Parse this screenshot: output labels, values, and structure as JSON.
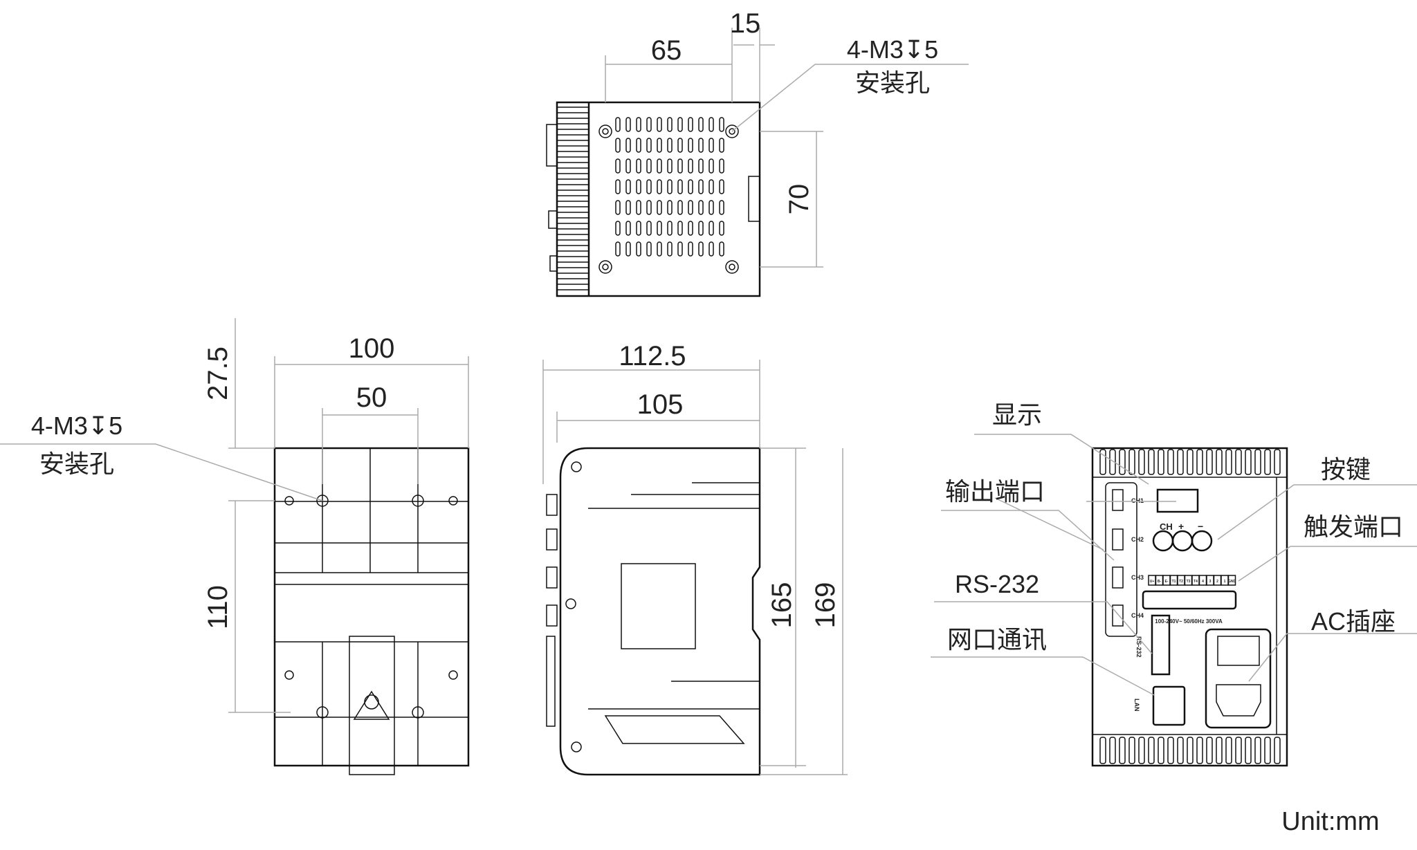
{
  "top_view": {
    "dim_65": "65",
    "dim_15": "15",
    "dim_70": "70",
    "hole_spec": "4-M3↧5",
    "hole_label": "安装孔"
  },
  "rear_view": {
    "dim_100": "100",
    "dim_50": "50",
    "dim_27_5": "27.5",
    "dim_110": "110",
    "hole_spec": "4-M3↧5",
    "hole_label": "安装孔"
  },
  "side_view": {
    "dim_112_5": "112.5",
    "dim_105": "105",
    "dim_165": "165",
    "dim_169": "169"
  },
  "front_view": {
    "callouts": {
      "display": "显示",
      "keys": "按键",
      "output_ports": "输出端口",
      "trigger_port": "触发端口",
      "rs232": "RS-232",
      "ac_socket": "AC插座",
      "lan": "网口通讯"
    },
    "panel_text": {
      "ch1": "CH1",
      "ch2": "CH2",
      "ch3": "CH3",
      "ch4": "CH4",
      "btn_ch": "CH",
      "btn_plus": "+",
      "btn_minus": "−",
      "terminals": [
        "U+",
        "B-",
        "E-",
        "T1",
        "T2",
        "T3",
        "T4",
        "4",
        "3",
        "2",
        "1",
        "GND"
      ],
      "power_rating": "100-240V~ 50/60Hz 300VA",
      "rs232_label": "RS-232",
      "lan_label": "LAN"
    }
  },
  "unit": "Unit:mm"
}
